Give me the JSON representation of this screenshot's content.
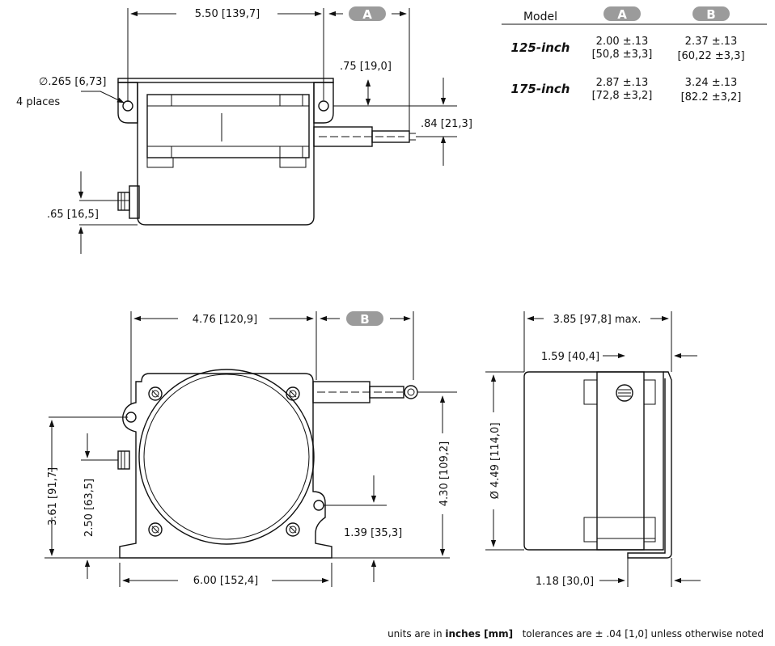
{
  "table": {
    "header": {
      "model": "Model",
      "a": "A",
      "b": "B"
    },
    "rows": [
      {
        "model": "125-inch",
        "a1": "2.00 ±.13",
        "a2": "[50,8 ±3,3]",
        "b1": "2.37 ±.13",
        "b2": "[60,22 ±3,3]"
      },
      {
        "model": "175-inch",
        "a1": "2.87 ±.13",
        "a2": "[72,8 ±3,2]",
        "b1": "3.24 ±.13",
        "b2": "[82.2 ±3,2]"
      }
    ]
  },
  "top_view": {
    "width_dim": "5.50 [139,7]",
    "pill_a": "A",
    "hole_dim_1": "∅.265 [6,73]",
    "hole_dim_2": "4 places",
    "offset_dim": ".75 [19,0]",
    "cable_dim": ".84 [21,3]",
    "connector_dim": ".65 [16,5]"
  },
  "front_view": {
    "width_dim": "4.76 [120,9]",
    "pill_b": "B",
    "height_dim_1": "3.61 [91,7]",
    "height_dim_2": "2.50 [63,5]",
    "height_dim_3": "4.30 [109,2]",
    "bottom_dim": "1.39 [35,3]",
    "base_dim": "6.00 [152,4]"
  },
  "side_view": {
    "depth_dim": "3.85 [97,8] max.",
    "partial_dim": "1.59 [40,4]",
    "diameter_dim": "Ø 4.49 [114,0]",
    "base_dim": "1.18 [30,0]"
  },
  "footer": {
    "prefix": "units are in ",
    "units": "inches [mm]",
    "suffix": "   tolerances are ± .04 [1,0] unless otherwise noted"
  }
}
